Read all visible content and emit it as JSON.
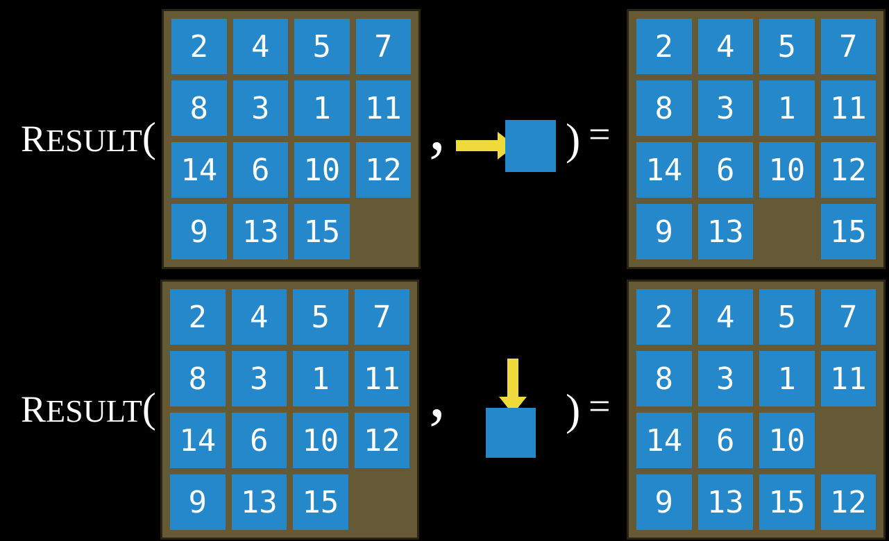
{
  "slide": {
    "colors": {
      "background": "#000000",
      "tile_blue": "#2588CB",
      "frame_brown": "#665936",
      "frame_border": "#2A2312",
      "arrow_yellow": "#EFDC3C",
      "text_white": "#FFFFFF"
    },
    "rows": [
      {
        "label": {
          "initial": "R",
          "rest": "ESULT",
          "open_paren": "("
        },
        "comma": ",",
        "move": {
          "direction": "right",
          "icon": "arrow-right-into-tile"
        },
        "close_paren": ")",
        "equals": "=",
        "input_grid": {
          "rows": 4,
          "cols": 4,
          "tiles": [
            [
              "2",
              "4",
              "5",
              "7"
            ],
            [
              "8",
              "3",
              "1",
              "11"
            ],
            [
              "14",
              "6",
              "10",
              "12"
            ],
            [
              "9",
              "13",
              "15",
              null
            ]
          ]
        },
        "output_grid": {
          "rows": 4,
          "cols": 4,
          "tiles": [
            [
              "2",
              "4",
              "5",
              "7"
            ],
            [
              "8",
              "3",
              "1",
              "11"
            ],
            [
              "14",
              "6",
              "10",
              "12"
            ],
            [
              "9",
              "13",
              null,
              "15"
            ]
          ]
        }
      },
      {
        "label": {
          "initial": "R",
          "rest": "ESULT",
          "open_paren": "("
        },
        "comma": ",",
        "move": {
          "direction": "down",
          "icon": "arrow-down-into-tile"
        },
        "close_paren": ")",
        "equals": "=",
        "input_grid": {
          "rows": 4,
          "cols": 4,
          "tiles": [
            [
              "2",
              "4",
              "5",
              "7"
            ],
            [
              "8",
              "3",
              "1",
              "11"
            ],
            [
              "14",
              "6",
              "10",
              "12"
            ],
            [
              "9",
              "13",
              "15",
              null
            ]
          ]
        },
        "output_grid": {
          "rows": 4,
          "cols": 4,
          "tiles": [
            [
              "2",
              "4",
              "5",
              "7"
            ],
            [
              "8",
              "3",
              "1",
              "11"
            ],
            [
              "14",
              "6",
              "10",
              null
            ],
            [
              "9",
              "13",
              "15",
              "12"
            ]
          ]
        }
      }
    ]
  }
}
